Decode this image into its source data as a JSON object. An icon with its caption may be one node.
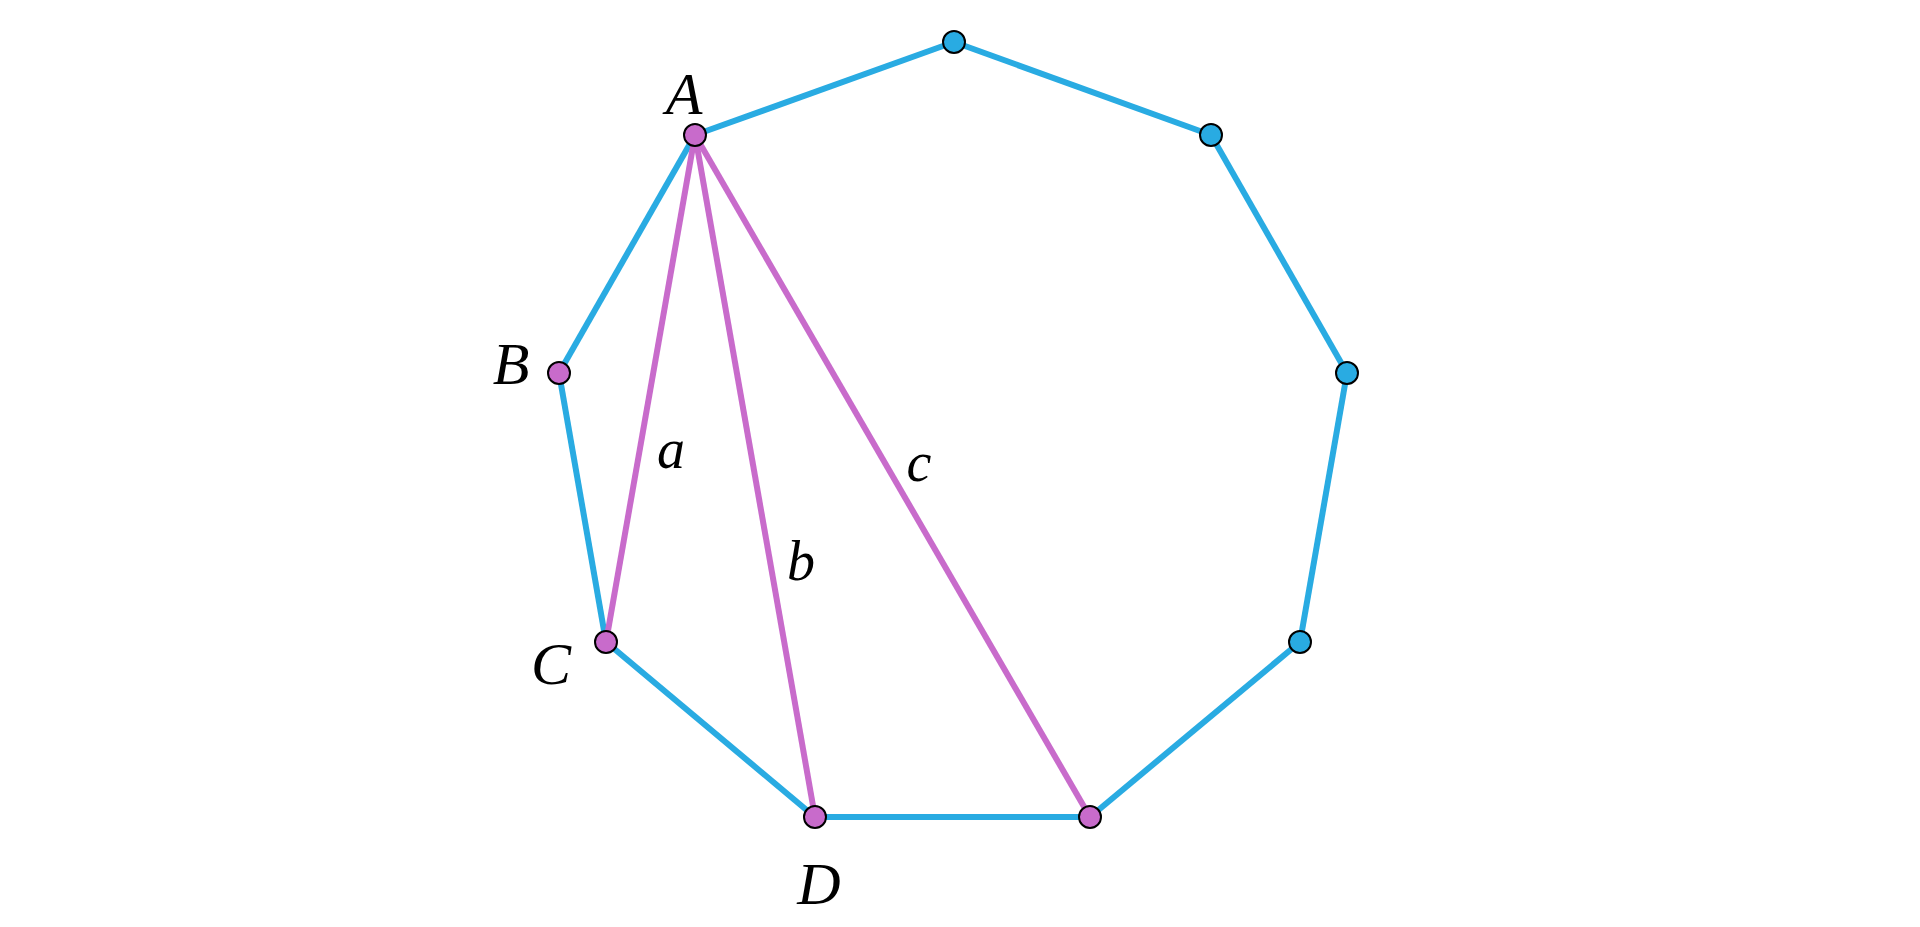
{
  "diagram": {
    "nodes": [
      {
        "text": [],
        "shape": "circle"
      },
      {
        "text": [],
        "shape": "circle",
        "beside": [
          "A"
        ]
      },
      {
        "text": [],
        "shape": "circle"
      },
      {
        "text": [],
        "shape": "circle",
        "beside": [
          "B"
        ]
      },
      {
        "text": [],
        "shape": "circle"
      },
      {
        "text": [],
        "shape": "circle",
        "beside": [
          "C"
        ]
      },
      {
        "text": [],
        "shape": "circle"
      },
      {
        "text": [],
        "shape": "circle",
        "beside": [
          "D"
        ]
      },
      {
        "text": [],
        "shape": "circle"
      }
    ],
    "edges": [
      {
        "from": 1,
        "to": 0,
        "arrow": "none"
      },
      {
        "from": 0,
        "to": 2,
        "arrow": "none"
      },
      {
        "from": 2,
        "to": 4,
        "arrow": "none"
      },
      {
        "from": 4,
        "to": 6,
        "arrow": "none"
      },
      {
        "from": 6,
        "to": 8,
        "arrow": "none"
      },
      {
        "from": 8,
        "to": 7,
        "arrow": "none"
      },
      {
        "from": 7,
        "to": 5,
        "arrow": "none"
      },
      {
        "from": 5,
        "to": 3,
        "arrow": "none"
      },
      {
        "from": 3,
        "to": 1,
        "arrow": "none"
      },
      {
        "from": 1,
        "to": 5,
        "arrow": "none",
        "label": "a",
        "color": "#c86bcb"
      },
      {
        "from": 1,
        "to": 7,
        "arrow": "none",
        "label": "b",
        "color": "#c86bcb"
      },
      {
        "from": 1,
        "to": 8,
        "arrow": "none",
        "label": "c",
        "color": "#c86bcb"
      }
    ]
  }
}
